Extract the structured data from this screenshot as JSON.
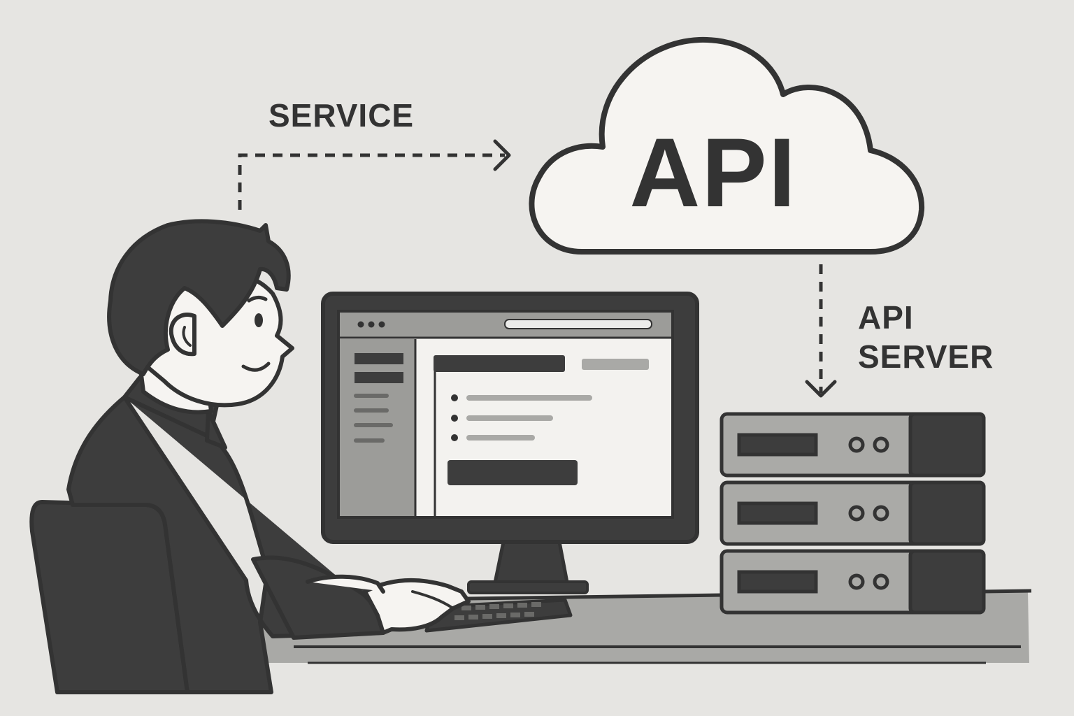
{
  "labels": {
    "service": "SERVICE",
    "cloud": "API",
    "server_line1": "API",
    "server_line2": "SERVER"
  },
  "colors": {
    "background": "#e6e5e2",
    "ink": "#333333",
    "cloud_fill": "#f6f4f1",
    "screen_fill": "#f3f2ef",
    "desk": "#a9a9a6",
    "server_face": "#aaaaa7",
    "server_side": "#3d3d3d"
  },
  "icons": {
    "cloud": "cloud-icon",
    "person": "person-illustration",
    "monitor": "computer-monitor",
    "server": "server-rack",
    "arrow": "dashed-arrow"
  }
}
